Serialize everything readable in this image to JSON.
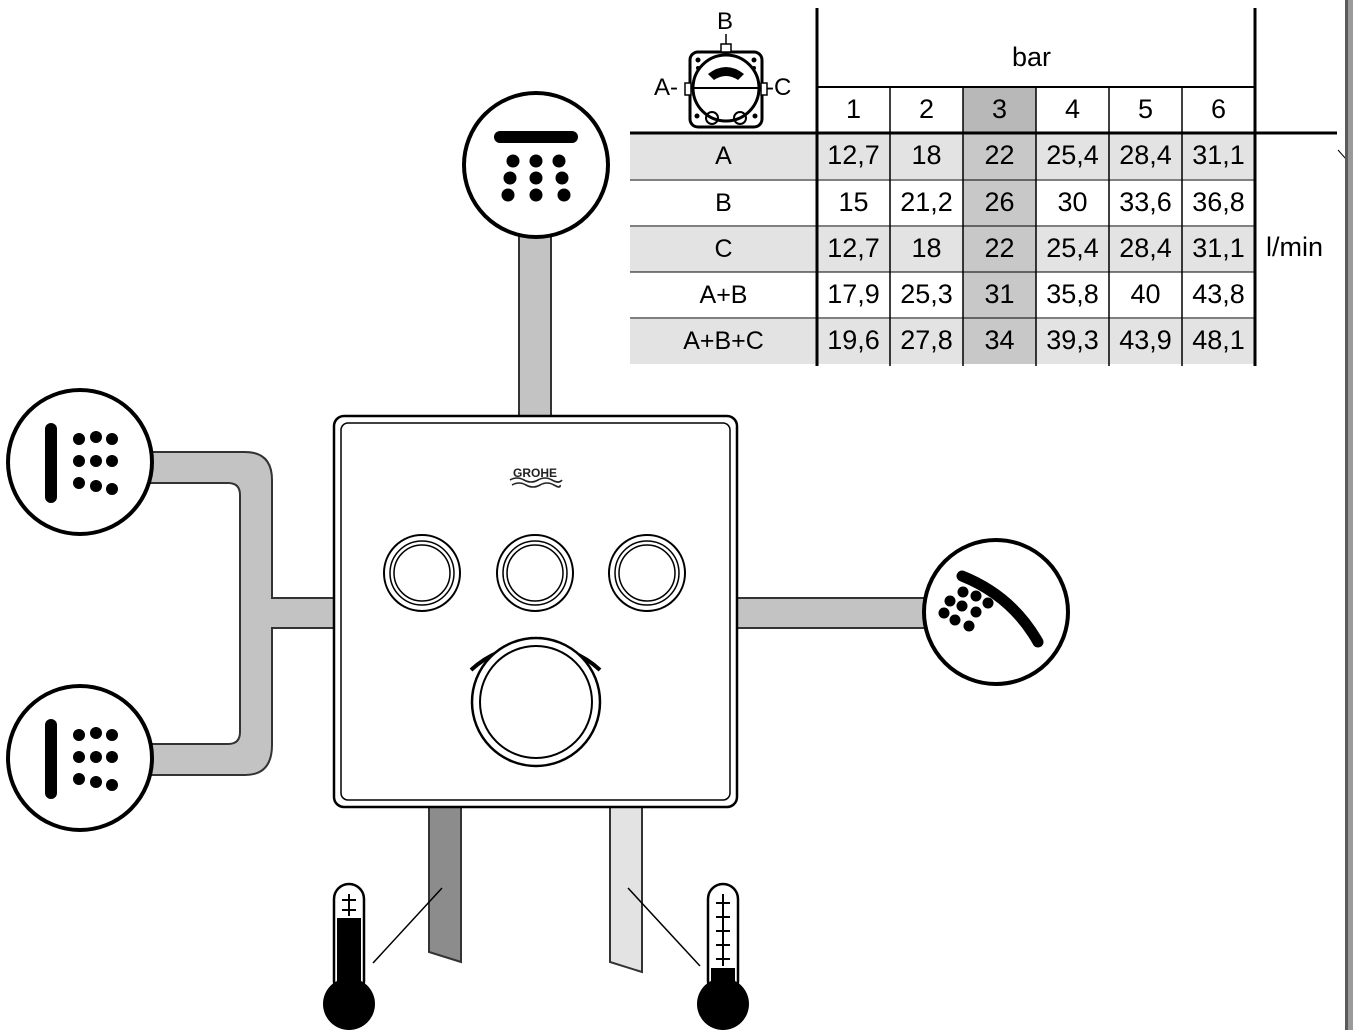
{
  "table": {
    "pressure_header": "bar",
    "unit": "l/min",
    "pressures": [
      "1",
      "2",
      "3",
      "4",
      "5",
      "6"
    ],
    "highlight_column": 2,
    "rows": [
      {
        "label": "A",
        "values": [
          "12,7",
          "18",
          "22",
          "25,4",
          "28,4",
          "31,1"
        ]
      },
      {
        "label": "B",
        "values": [
          "15",
          "21,2",
          "26",
          "30",
          "33,6",
          "36,8"
        ]
      },
      {
        "label": "C",
        "values": [
          "12,7",
          "18",
          "22",
          "25,4",
          "28,4",
          "31,1"
        ]
      },
      {
        "label": "A+B",
        "values": [
          "17,9",
          "25,3",
          "31",
          "35,8",
          "40",
          "43,8"
        ]
      },
      {
        "label": "A+B+C",
        "values": [
          "19,6",
          "27,8",
          "34",
          "39,3",
          "43,9",
          "48,1"
        ]
      }
    ]
  },
  "valve_icon": {
    "label_a": "A-",
    "label_b": "B",
    "label_c": "-C"
  },
  "brand": "GROHE",
  "outlets": [
    {
      "id": "overhead-shower",
      "icon": "overhead-shower-icon"
    },
    {
      "id": "body-jet-upper",
      "icon": "body-jet-icon"
    },
    {
      "id": "body-jet-lower",
      "icon": "body-jet-icon"
    },
    {
      "id": "hand-shower",
      "icon": "hand-shower-icon"
    }
  ],
  "supply": [
    {
      "id": "hot",
      "icon": "thermometer-hot-icon"
    },
    {
      "id": "cold",
      "icon": "thermometer-cold-icon"
    }
  ]
}
